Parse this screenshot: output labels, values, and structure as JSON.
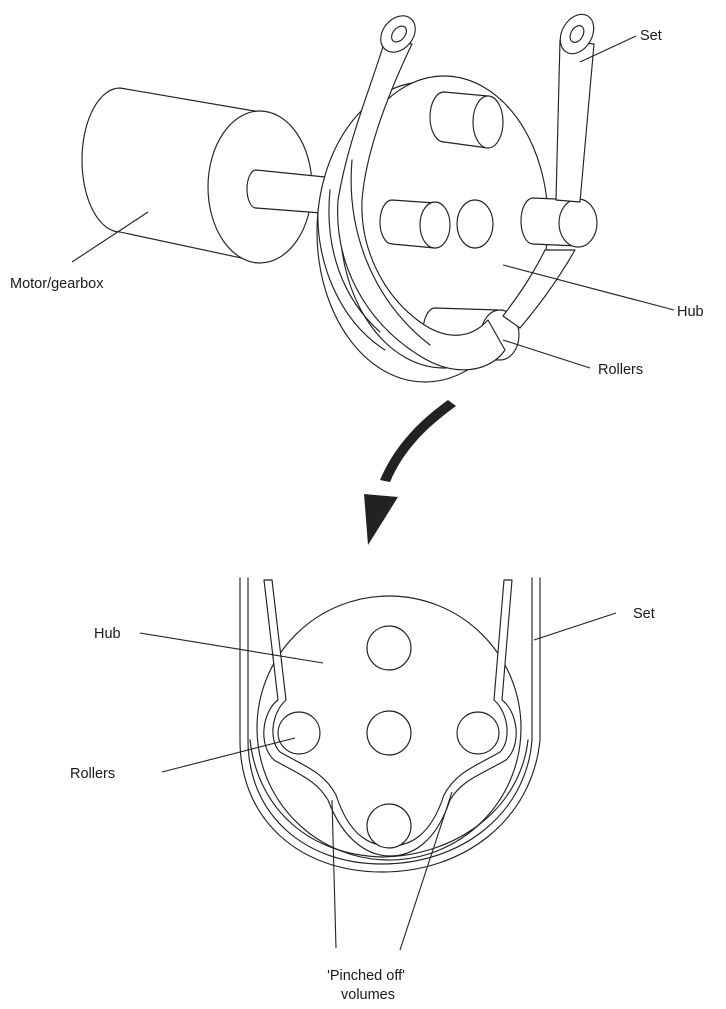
{
  "top_view": {
    "labels": {
      "set": "Set",
      "motor_gearbox": "Motor/gearbox",
      "hub": "Hub",
      "rollers": "Rollers"
    }
  },
  "bottom_view": {
    "labels": {
      "hub": "Hub",
      "set": "Set",
      "rollers": "Rollers",
      "pinched_off_line1": "'Pinched off'",
      "pinched_off_line2": "volumes"
    }
  },
  "colors": {
    "line": "#222222",
    "background": "#ffffff"
  }
}
